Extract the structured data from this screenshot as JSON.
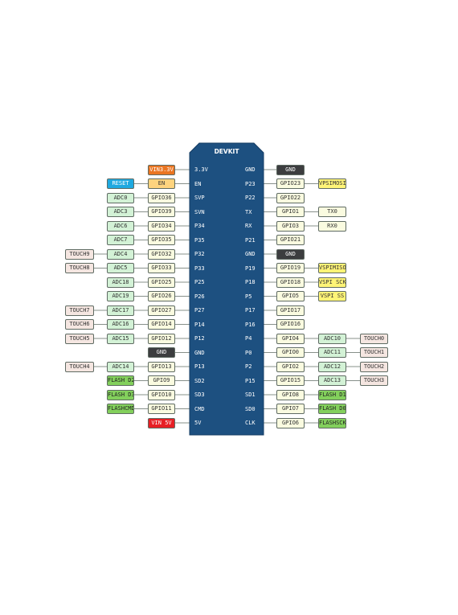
{
  "board": {
    "title": "DEVKIT"
  },
  "rows": [
    {
      "left_pin": "3.3V",
      "right_pin": "GND",
      "left_labels": [
        {
          "text": "VIN3.3V",
          "kind": "v33",
          "slot": 1
        }
      ],
      "right_labels": [
        {
          "text": "GND",
          "kind": "gnd",
          "slot": 1
        }
      ]
    },
    {
      "left_pin": "EN",
      "right_pin": "P23",
      "left_labels": [
        {
          "text": "EN",
          "kind": "orange",
          "slot": 1
        },
        {
          "text": "RESET",
          "kind": "reset",
          "slot": 2
        }
      ],
      "right_labels": [
        {
          "text": "GPIO23",
          "kind": "gpio",
          "slot": 1
        },
        {
          "text": "VPSIMOSI",
          "kind": "yellow",
          "slot": 2
        }
      ]
    },
    {
      "left_pin": "SVP",
      "right_pin": "P22",
      "left_labels": [
        {
          "text": "GPIO36",
          "kind": "gpio",
          "slot": 1
        },
        {
          "text": "ADC0",
          "kind": "adc",
          "slot": 2
        }
      ],
      "right_labels": [
        {
          "text": "GPIO22",
          "kind": "gpio",
          "slot": 1
        }
      ]
    },
    {
      "left_pin": "SVN",
      "right_pin": "TX",
      "left_labels": [
        {
          "text": "GPIO39",
          "kind": "gpio",
          "slot": 1
        },
        {
          "text": "ADC3",
          "kind": "adc",
          "slot": 2
        }
      ],
      "right_labels": [
        {
          "text": "GPIO1",
          "kind": "gpio",
          "slot": 1
        },
        {
          "text": "TX0",
          "kind": "gpio",
          "slot": 2
        }
      ]
    },
    {
      "left_pin": "P34",
      "right_pin": "RX",
      "left_labels": [
        {
          "text": "GPIO34",
          "kind": "gpio",
          "slot": 1
        },
        {
          "text": "ADC6",
          "kind": "adc",
          "slot": 2
        }
      ],
      "right_labels": [
        {
          "text": "GPIO3",
          "kind": "gpio",
          "slot": 1
        },
        {
          "text": "RX0",
          "kind": "gpio",
          "slot": 2
        }
      ]
    },
    {
      "left_pin": "P35",
      "right_pin": "P21",
      "left_labels": [
        {
          "text": "GPIO35",
          "kind": "gpio",
          "slot": 1
        },
        {
          "text": "ADC7",
          "kind": "adc",
          "slot": 2
        }
      ],
      "right_labels": [
        {
          "text": "GPIO21",
          "kind": "gpio",
          "slot": 1
        }
      ]
    },
    {
      "left_pin": "P32",
      "right_pin": "GND",
      "left_labels": [
        {
          "text": "GPIO32",
          "kind": "gpio",
          "slot": 1
        },
        {
          "text": "ADC4",
          "kind": "adc",
          "slot": 2
        },
        {
          "text": "TOUCH9",
          "kind": "touch",
          "slot": 3
        }
      ],
      "right_labels": [
        {
          "text": "GND",
          "kind": "gnd",
          "slot": 1
        }
      ]
    },
    {
      "left_pin": "P33",
      "right_pin": "P19",
      "left_labels": [
        {
          "text": "GPIO33",
          "kind": "gpio",
          "slot": 1
        },
        {
          "text": "ADC5",
          "kind": "adc",
          "slot": 2
        },
        {
          "text": "TOUCH8",
          "kind": "touch",
          "slot": 3
        }
      ],
      "right_labels": [
        {
          "text": "GPIO19",
          "kind": "gpio",
          "slot": 1
        },
        {
          "text": "VSPIMISO",
          "kind": "yellow",
          "slot": 2
        }
      ]
    },
    {
      "left_pin": "P25",
      "right_pin": "P18",
      "left_labels": [
        {
          "text": "GPIO25",
          "kind": "gpio",
          "slot": 1
        },
        {
          "text": "ADC18",
          "kind": "adc",
          "slot": 2
        }
      ],
      "right_labels": [
        {
          "text": "GPIO18",
          "kind": "gpio",
          "slot": 1
        },
        {
          "text": "VSPI SCK",
          "kind": "yellow",
          "slot": 2
        }
      ]
    },
    {
      "left_pin": "P26",
      "right_pin": "P5",
      "left_labels": [
        {
          "text": "GPIO26",
          "kind": "gpio",
          "slot": 1
        },
        {
          "text": "ADC19",
          "kind": "adc",
          "slot": 2
        }
      ],
      "right_labels": [
        {
          "text": "GPIO5",
          "kind": "gpio",
          "slot": 1
        },
        {
          "text": "VSPI SS",
          "kind": "yellow",
          "slot": 2
        }
      ]
    },
    {
      "left_pin": "P27",
      "right_pin": "P17",
      "left_labels": [
        {
          "text": "GPIO27",
          "kind": "gpio",
          "slot": 1
        },
        {
          "text": "ADC17",
          "kind": "adc",
          "slot": 2
        },
        {
          "text": "TOUCH7",
          "kind": "touch",
          "slot": 3
        }
      ],
      "right_labels": [
        {
          "text": "GPIO17",
          "kind": "gpio",
          "slot": 1
        }
      ]
    },
    {
      "left_pin": "P14",
      "right_pin": "P16",
      "left_labels": [
        {
          "text": "GPIO14",
          "kind": "gpio",
          "slot": 1
        },
        {
          "text": "ADC16",
          "kind": "adc",
          "slot": 2
        },
        {
          "text": "TOUCH6",
          "kind": "touch",
          "slot": 3
        }
      ],
      "right_labels": [
        {
          "text": "GPIO16",
          "kind": "gpio",
          "slot": 1
        }
      ]
    },
    {
      "left_pin": "P12",
      "right_pin": "P4",
      "left_labels": [
        {
          "text": "GPIO12",
          "kind": "gpio",
          "slot": 1
        },
        {
          "text": "ADC15",
          "kind": "adc",
          "slot": 2
        },
        {
          "text": "TOUCH5",
          "kind": "touch",
          "slot": 3
        }
      ],
      "right_labels": [
        {
          "text": "GPIO4",
          "kind": "gpio",
          "slot": 1
        },
        {
          "text": "ADC10",
          "kind": "adc",
          "slot": 2
        },
        {
          "text": "TOUCH0",
          "kind": "touch",
          "slot": 3
        }
      ]
    },
    {
      "left_pin": "GND",
      "right_pin": "P0",
      "left_labels": [
        {
          "text": "GND",
          "kind": "gnd",
          "slot": 1
        }
      ],
      "right_labels": [
        {
          "text": "GPIO0",
          "kind": "gpio",
          "slot": 1
        },
        {
          "text": "ADC11",
          "kind": "adc",
          "slot": 2
        },
        {
          "text": "TOUCH1",
          "kind": "touch",
          "slot": 3
        }
      ]
    },
    {
      "left_pin": "P13",
      "right_pin": "P2",
      "left_labels": [
        {
          "text": "GPIO13",
          "kind": "gpio",
          "slot": 1
        },
        {
          "text": "ADC14",
          "kind": "adc",
          "slot": 2
        },
        {
          "text": "TOUCH4",
          "kind": "touch",
          "slot": 3
        }
      ],
      "right_labels": [
        {
          "text": "GPIO2",
          "kind": "gpio",
          "slot": 1
        },
        {
          "text": "ADC12",
          "kind": "adc",
          "slot": 2
        },
        {
          "text": "TOUCH2",
          "kind": "touch",
          "slot": 3
        }
      ]
    },
    {
      "left_pin": "SD2",
      "right_pin": "P15",
      "left_labels": [
        {
          "text": "GPIO9",
          "kind": "gpio",
          "slot": 1
        },
        {
          "text": "FLASH D2",
          "kind": "flash",
          "slot": 2
        }
      ],
      "right_labels": [
        {
          "text": "GPIO15",
          "kind": "gpio",
          "slot": 1
        },
        {
          "text": "ADC13",
          "kind": "adc",
          "slot": 2
        },
        {
          "text": "TOUCH3",
          "kind": "touch",
          "slot": 3
        }
      ]
    },
    {
      "left_pin": "SD3",
      "right_pin": "SD1",
      "left_labels": [
        {
          "text": "GPIO10",
          "kind": "gpio",
          "slot": 1
        },
        {
          "text": "FLASH D3",
          "kind": "flash",
          "slot": 2
        }
      ],
      "right_labels": [
        {
          "text": "GPIO8",
          "kind": "gpio",
          "slot": 1
        },
        {
          "text": "FLASH D1",
          "kind": "flash",
          "slot": 2
        }
      ]
    },
    {
      "left_pin": "CMD",
      "right_pin": "SD0",
      "left_labels": [
        {
          "text": "GPIO11",
          "kind": "gpio",
          "slot": 1
        },
        {
          "text": "FLASHCMD",
          "kind": "flash",
          "slot": 2
        }
      ],
      "right_labels": [
        {
          "text": "GPIO7",
          "kind": "gpio",
          "slot": 1
        },
        {
          "text": "FLASH D0",
          "kind": "flash",
          "slot": 2
        }
      ]
    },
    {
      "left_pin": "5V",
      "right_pin": "CLK",
      "left_labels": [
        {
          "text": "VIN 5V",
          "kind": "red",
          "slot": 1
        }
      ],
      "right_labels": [
        {
          "text": "GPIO6",
          "kind": "gpio",
          "slot": 1
        },
        {
          "text": "FLASHSCK",
          "kind": "flash",
          "slot": 2
        }
      ]
    }
  ],
  "colors": {
    "board": "#1d5080",
    "board_stroke": "#153c63",
    "connector": "#5f6b63"
  }
}
